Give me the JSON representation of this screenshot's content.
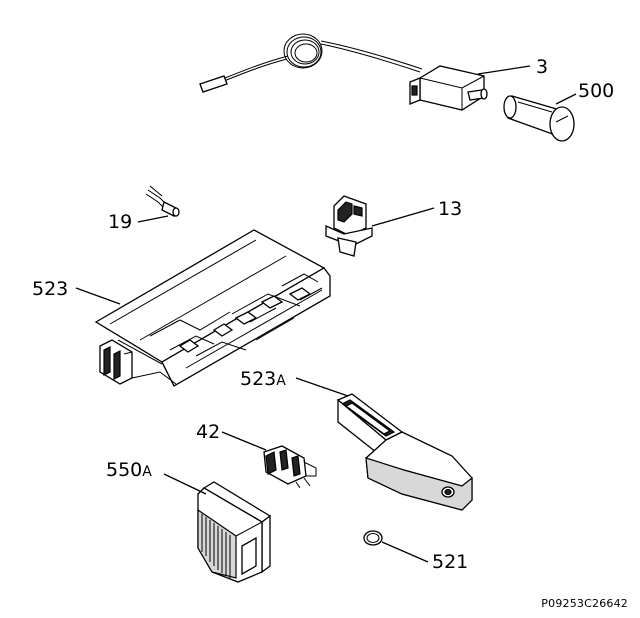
{
  "callouts": {
    "part_3": "3",
    "part_500": "500",
    "part_19": "19",
    "part_13": "13",
    "part_523": "523",
    "part_523a_num": "523",
    "part_523a_suffix": "A",
    "part_42": "42",
    "part_550a_num": "550",
    "part_550a_suffix": "A",
    "part_521": "521"
  },
  "reference_code": "P09253C26642"
}
